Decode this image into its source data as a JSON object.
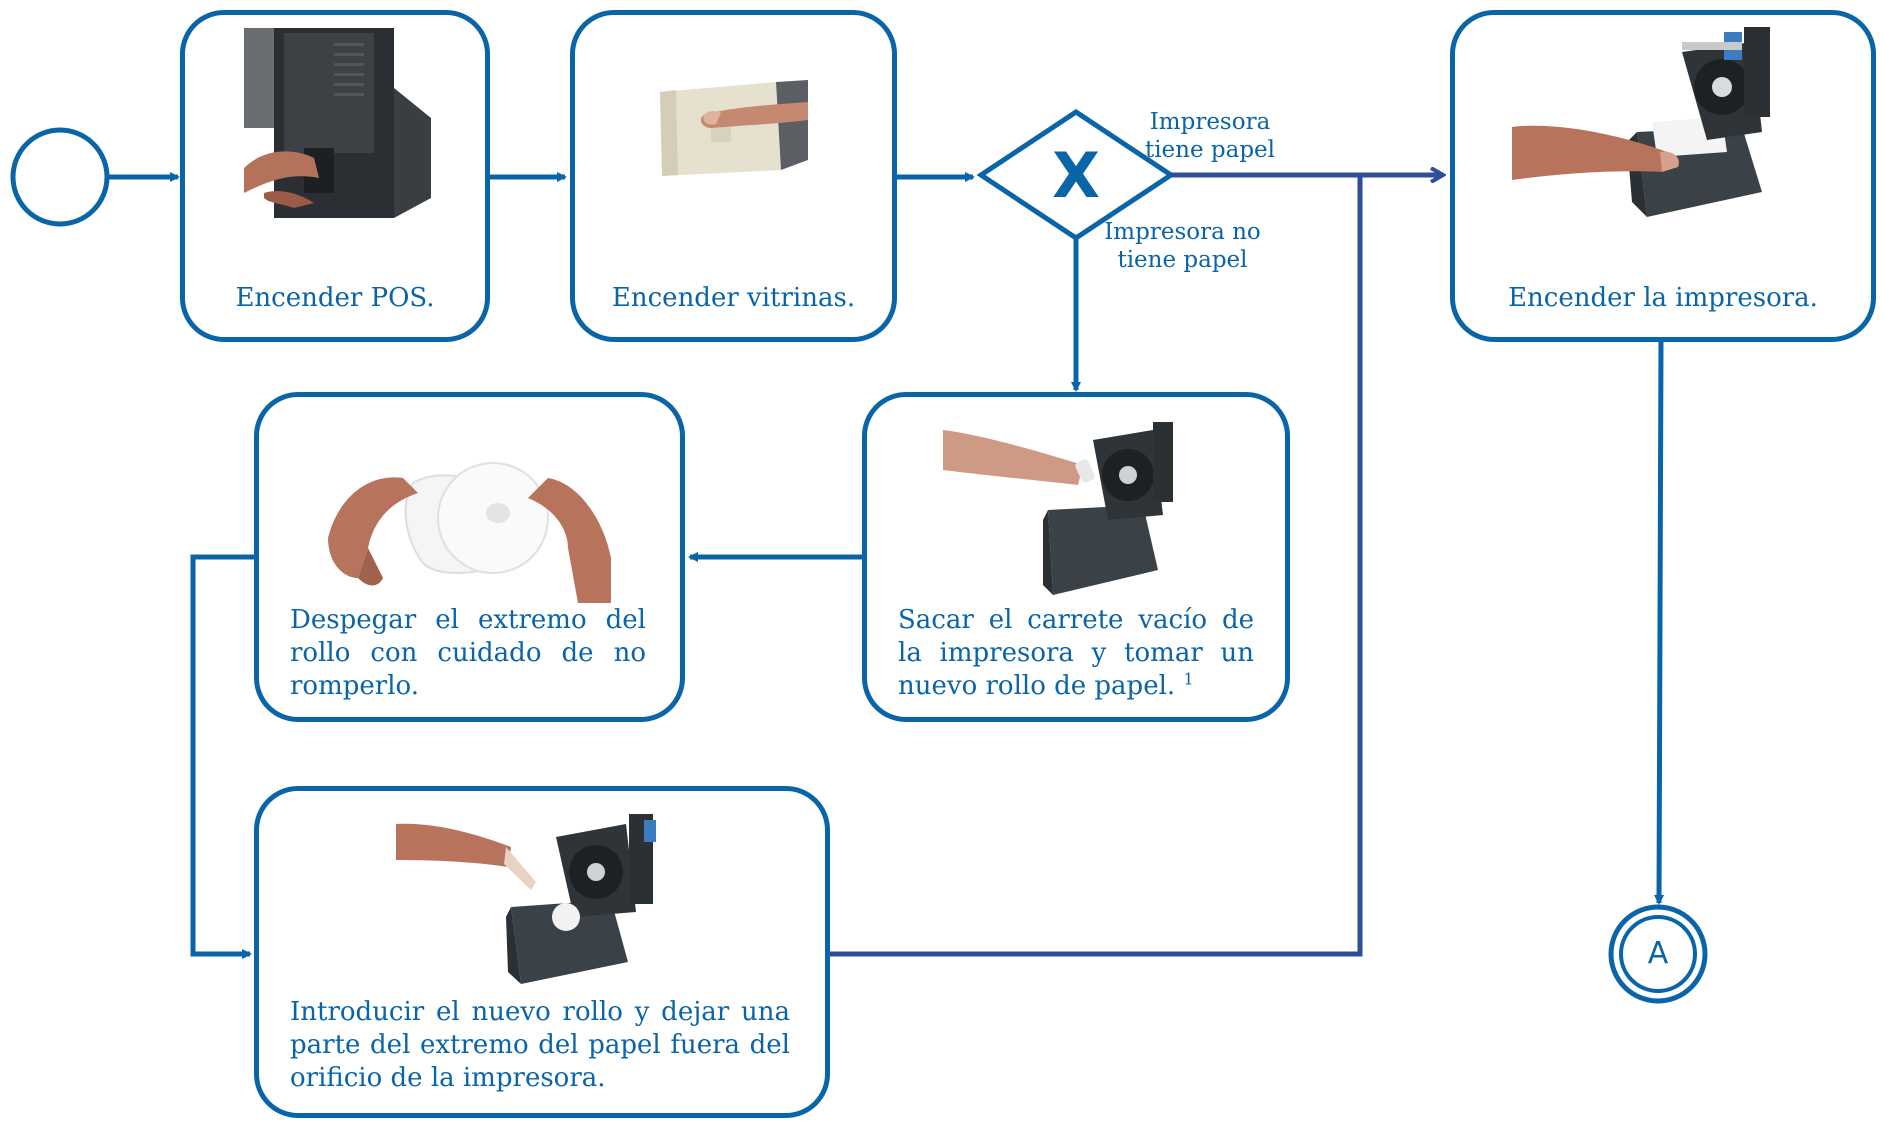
{
  "diagram": {
    "steps": {
      "encender_pos": "Encender POS.",
      "encender_vitrinas": "Encender vitrinas.",
      "encender_impresora": "Encender la impresora.",
      "sacar_carrete": "Sacar el carrete vacío de la impresora y tomar un nuevo rollo de papel.",
      "sacar_carrete_footnote": "1",
      "despegar_extremo": "Despegar el extremo del rollo con cuidado de no romperlo.",
      "introducir_rollo": "Introducir el nuevo rollo y dejar una parte del extremo del papel fuera del orificio de la impresora."
    },
    "gateway": {
      "symbol": "X",
      "branch_yes": "Impresora tiene papel",
      "branch_no": "Impresora no tiene papel"
    },
    "connector_end": "A"
  },
  "colors": {
    "primary": "#0a64a8",
    "flow_dark": "#2e4e97"
  }
}
